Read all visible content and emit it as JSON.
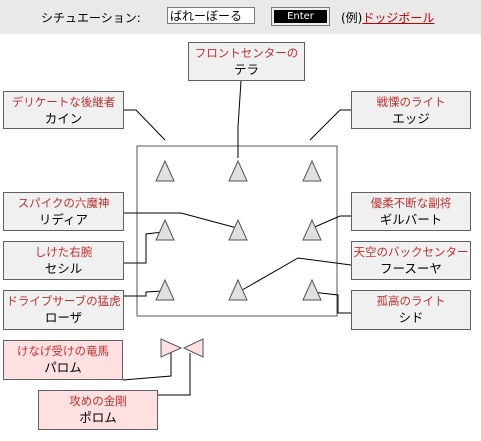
{
  "topbar": {
    "situation_label": "シチュエーション:",
    "situation_value": "ばれーぼーる",
    "enter_label": "Enter",
    "example_prefix": "(例)",
    "example_link": "ドッジボール"
  },
  "players": {
    "front_center": {
      "role": "フロントセンターの",
      "name": "テラ"
    },
    "left_top": {
      "role": "デリケートな後継者",
      "name": "カイン"
    },
    "right_top": {
      "role": "戦慄のライト",
      "name": "エッジ"
    },
    "left_mid": {
      "role": "スパイクの六魔神",
      "name": "リディア"
    },
    "right_mid": {
      "role": "優柔不断な副将",
      "name": "ギルバート"
    },
    "left_lower": {
      "role": "しけた右腕",
      "name": "セシル"
    },
    "right_lower": {
      "role": "天空のバックセンター",
      "name": "フースーヤ"
    },
    "left_bottom": {
      "role": "ドライブサーブの猛虎",
      "name": "ローザ"
    },
    "right_bottom": {
      "role": "孤高のライト",
      "name": "シド"
    },
    "bench_1": {
      "role": "けなげ受けの竜馬",
      "name": "パロム"
    },
    "bench_2": {
      "role": "攻めの金剛",
      "name": "ポロム"
    }
  }
}
